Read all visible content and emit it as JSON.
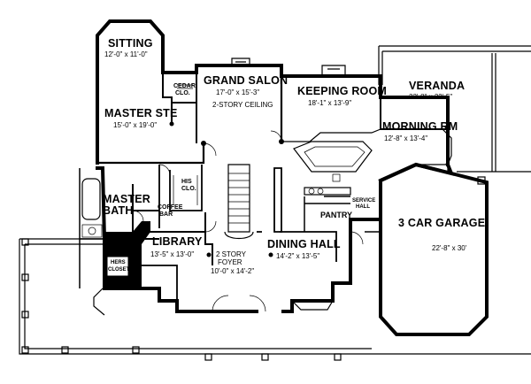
{
  "rooms": {
    "sitting": {
      "name": "SITTING",
      "dims": "12'-0\" x 11'-0\""
    },
    "master_ste": {
      "name": "MASTER STE",
      "dims": "15'-0\" x 19'-0\""
    },
    "grand_salon": {
      "name": "GRAND SALON",
      "dims": "17'-0\" x 15'-3\"",
      "note": "2-STORY CEILING"
    },
    "keeping_room": {
      "name": "KEEPING ROOM",
      "dims": "18'-1\" x 13'-9\""
    },
    "veranda": {
      "name": "VERANDA",
      "dims": "22'-8\" x 22'-5\""
    },
    "morning_rm": {
      "name": "MORNING RM",
      "dims": "12'-8\" x 13'-4\""
    },
    "master_bath": {
      "name_line1": "MASTER",
      "name_line2": "BATH"
    },
    "library": {
      "name": "LIBRARY",
      "dims": "13'-5\" x 13'-0\""
    },
    "foyer": {
      "line1": "2 STORY",
      "line2": "FOYER",
      "dims": "10'-0\" x 14'-2\""
    },
    "dining_hall": {
      "name": "DINING HALL",
      "dims": "14'-2\" x 13'-5\""
    },
    "garage": {
      "name": "3 CAR GARAGE",
      "dims": "22'-8\" x 30'"
    },
    "cedar_clo": {
      "line1": "CEDAR",
      "line2": "CLO."
    },
    "his_clo": {
      "line1": "HIS",
      "line2": "CLO."
    },
    "hers_clo": {
      "line1": "HERS",
      "line2": "CLOSET"
    },
    "coffee_bar": {
      "line1": "COFFEE",
      "line2": "BAR"
    },
    "pantry": {
      "name": "PANTRY"
    },
    "service_hall": {
      "line1": "SERVICE",
      "line2": "HALL"
    }
  }
}
